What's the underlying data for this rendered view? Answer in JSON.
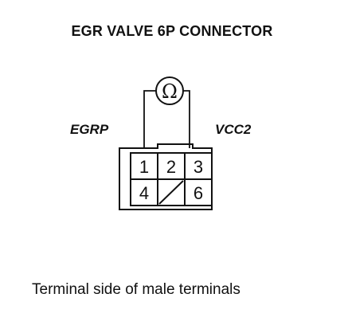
{
  "title": "EGR VALVE 6P CONNECTOR",
  "caption": "Terminal side of male terminals",
  "meter_symbol": "Ω",
  "terminals": {
    "left": "EGRP",
    "right": "VCC2"
  },
  "pins": {
    "p1": "1",
    "p2": "2",
    "p3": "3",
    "p4": "4",
    "p6": "6"
  }
}
